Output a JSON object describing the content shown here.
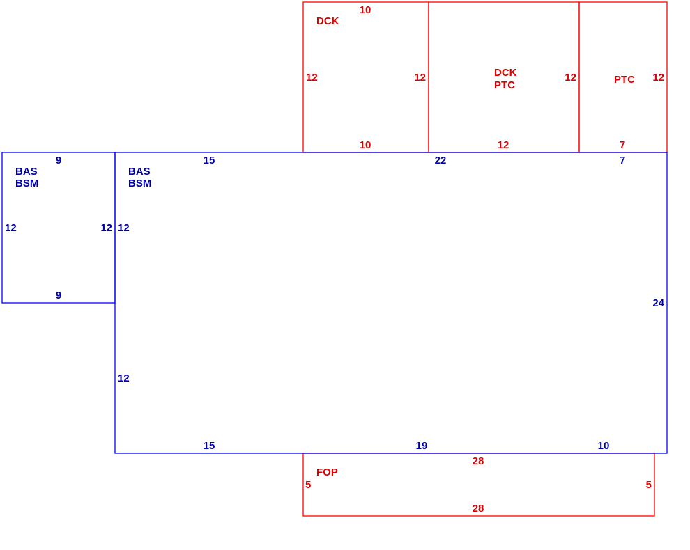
{
  "colors": {
    "addition_lines": "#ff0000",
    "addition_text": "#dd0000",
    "main_lines": "#0000ff",
    "main_text": "#0000aa",
    "background": "#ffffff"
  },
  "areas": {
    "bas_left": {
      "line1": "BAS",
      "line2": "BSM",
      "top": "9",
      "bottom": "9",
      "left": "12",
      "right": "12"
    },
    "bas_main": {
      "line1": "BAS",
      "line2": "BSM",
      "top_1": "15",
      "top_2": "22",
      "top_3": "7",
      "left_1": "12",
      "left_2": "12",
      "right": "24",
      "bottom_1": "15",
      "bottom_2": "19",
      "bottom_3": "10"
    },
    "dck": {
      "label": "DCK",
      "top": "10",
      "bottom": "10",
      "left": "12",
      "right": "12"
    },
    "dck_ptc": {
      "line1": "DCK",
      "line2": "PTC",
      "bottom": "12",
      "right": "12"
    },
    "ptc": {
      "label": "PTC",
      "bottom": "7",
      "right": "12"
    },
    "fop": {
      "label": "FOP",
      "top": "28",
      "bottom": "28",
      "left": "5",
      "right": "5"
    }
  }
}
